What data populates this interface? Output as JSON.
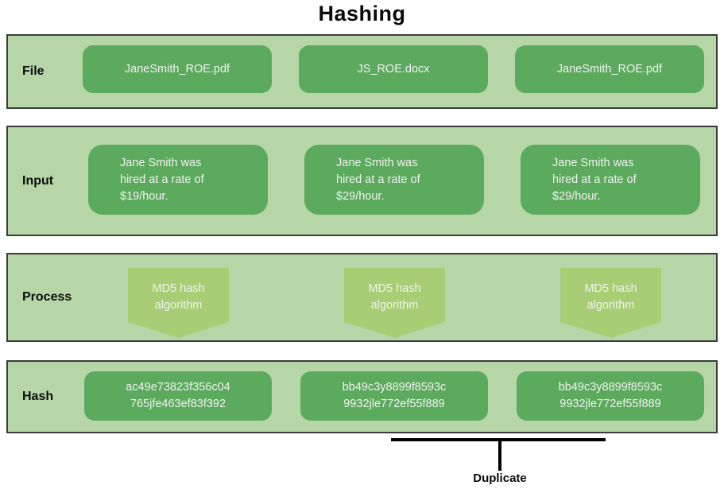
{
  "title": "Hashing",
  "rows": {
    "file": {
      "label": "File",
      "items": [
        "JaneSmith_ROE.pdf",
        "JS_ROE.docx",
        "JaneSmith_ROE.pdf"
      ]
    },
    "input": {
      "label": "Input",
      "items": [
        "Jane Smith was\nhired at a rate of\n$19/hour.",
        "Jane Smith was\nhired at a rate of\n$29/hour.",
        "Jane Smith was\nhired at a rate of\n$29/hour."
      ]
    },
    "process": {
      "label": "Process",
      "items": [
        "MD5 hash\nalgorithm",
        "MD5 hash\nalgorithm",
        "MD5 hash\nalgorithm"
      ]
    },
    "hash": {
      "label": "Hash",
      "items": [
        "ac49e73823f356c04\n765jfe463ef83f392",
        "bb49c3y8899f8593c\n9932jle772ef55f889",
        "bb49c3y8899f8593c\n9932jle772ef55f889"
      ]
    }
  },
  "annotation": {
    "duplicate_label": "Duplicate"
  },
  "colors": {
    "band_bg": "#b6d6a8",
    "band_border": "#3b3b3b",
    "box_green": "#5caa5e",
    "process_green": "#a7ce74",
    "box_text": "#f1f1f1",
    "label_text": "#0d0d0d",
    "bracket_color": "#000000"
  }
}
